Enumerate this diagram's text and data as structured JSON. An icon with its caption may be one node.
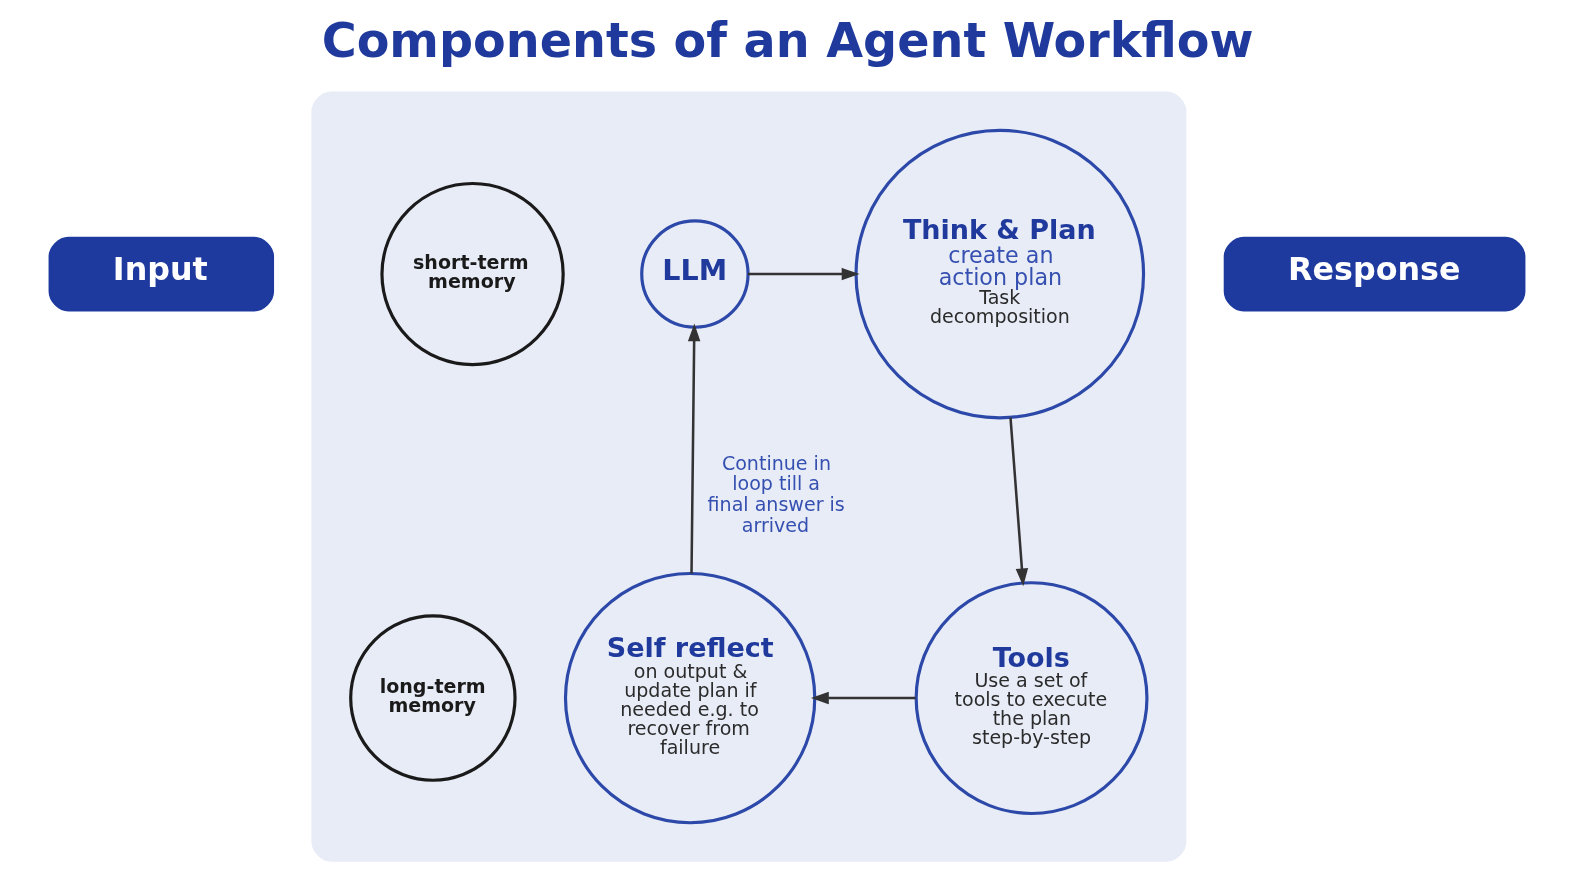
{
  "diagram": {
    "title": "Components of an Agent Workflow",
    "nodes": [
      {
        "text": [
          "Input"
        ]
      },
      {
        "text": [],
        "shape": "box"
      },
      {
        "text": [
          "LLM"
        ],
        "in": 1
      },
      {
        "text": [
          "Think & Plan",
          "create an action plan",
          "Task decomposition"
        ],
        "in": 1
      },
      {
        "text": [
          "short-term memory"
        ],
        "in": 1
      },
      {
        "text": [
          "Self reflect",
          "on output & update plan if needed e.g. to recover from failure"
        ],
        "in": 1
      },
      {
        "text": [
          "Tools",
          "Use a set of tools to execute the plan step-by-step"
        ],
        "in": 1
      },
      {
        "text": [
          "long-term memory"
        ],
        "in": 1
      },
      {
        "text": [
          "Response"
        ]
      }
    ],
    "edges": [
      {
        "from": 2,
        "to": 3,
        "arrow": "to"
      },
      {
        "from": 3,
        "to": 6,
        "arrow": "to"
      },
      {
        "from": 6,
        "to": 5,
        "arrow": "to"
      },
      {
        "from": 5,
        "to": 2,
        "arrow": "to",
        "label": "Continue in loop till a final answer is arrived"
      }
    ]
  }
}
